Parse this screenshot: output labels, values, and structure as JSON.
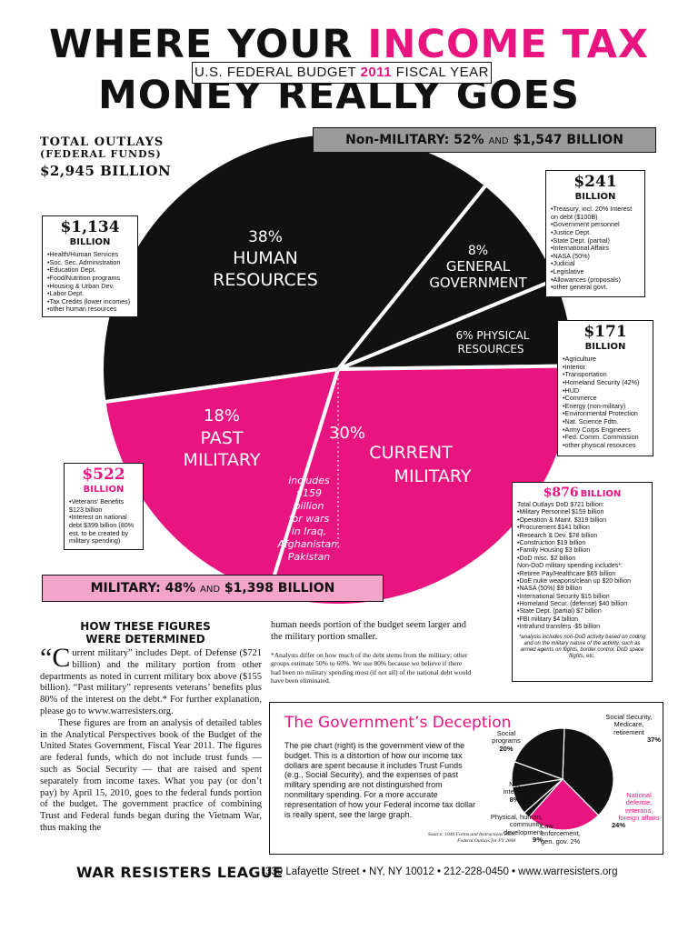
{
  "title": {
    "line1_prefix": "WHERE YOUR ",
    "line1_highlight": "INCOME TAX",
    "line2": "MONEY REALLY GOES",
    "subtitle_prefix": "U.S. FEDERAL BUDGET ",
    "subtitle_year": "2011",
    "subtitle_suffix": " FISCAL YEAR"
  },
  "totals": {
    "line1": "TOTAL  OUTLAYS",
    "line2": "(FEDERAL FUNDS)",
    "line3": "$2,945 BILLION"
  },
  "banners": {
    "nonmilitary_main": "Non-MILITARY: 52%",
    "nonmilitary_and": "AND",
    "nonmilitary_amount": "$1,547 BILLION",
    "military_main": "MILITARY: 48%",
    "military_and": "AND",
    "military_amount": "$1,398 BILLION"
  },
  "colors": {
    "military": "#e8147f",
    "nonmilitary": "#111111",
    "pink_banner": "#f2a5c8",
    "gray_banner": "#9a9a9a"
  },
  "chart_data": [
    {
      "type": "pie",
      "slices": [
        {
          "name": "HUMAN RESOURCES",
          "percent": 38,
          "color": "#111111",
          "label_pct": "38%",
          "label_line1": "HUMAN",
          "label_line2": "RESOURCES"
        },
        {
          "name": "GENERAL GOVERNMENT",
          "percent": 8,
          "color": "#111111",
          "label_pct": "8%",
          "label_line1": "GENERAL",
          "label_line2": "GOVERNMENT"
        },
        {
          "name": "PHYSICAL RESOURCES",
          "percent": 6,
          "color": "#111111",
          "label_pct": "6% PHYSICAL",
          "label_line1": "RESOURCES",
          "label_line2": ""
        },
        {
          "name": "CURRENT MILITARY",
          "percent": 30,
          "color": "#e8147f",
          "label_pct": "30%",
          "label_line1": "CURRENT",
          "label_line2": "MILITARY"
        },
        {
          "name": "PAST MILITARY",
          "percent": 18,
          "color": "#e8147f",
          "label_pct": "18%",
          "label_line1": "PAST",
          "label_line2": "MILITARY"
        }
      ],
      "wars_note": [
        "includes",
        "$159",
        "billion",
        "for wars",
        "in Iraq,",
        "Afghanistan,",
        "Pakistan"
      ]
    },
    {
      "type": "pie",
      "title": "The Government’s Deception",
      "slices": [
        {
          "name": "Social Security, Medicare, retirement",
          "percent": 37,
          "color": "#111111"
        },
        {
          "name": "National defense, veterans, foreign affairs",
          "percent": 24,
          "color": "#e8147f"
        },
        {
          "name": "Law enforcement, gen. gov.",
          "percent": 2,
          "color": "#111111"
        },
        {
          "name": "Physical, human, community development",
          "percent": 9,
          "color": "#111111"
        },
        {
          "name": "Net interest",
          "percent": 8,
          "color": "#111111"
        },
        {
          "name": "Social programs",
          "percent": 20,
          "color": "#111111"
        }
      ]
    }
  ],
  "boxes": {
    "human": {
      "amount": "$1,134",
      "unit": "BILLION",
      "items": [
        "Health/Human Services",
        "Soc. Sec. Administration",
        "Education Dept.",
        "Food/Nutrition programs",
        "Housing & Urban Dev.",
        "Labor Dept.",
        "Tax Credits (lower incomes)",
        "other human resources"
      ]
    },
    "general": {
      "amount": "$241",
      "unit": "BILLION",
      "items": [
        "Treasury, incl. 20% Interest on debt ($100B)",
        "Government personnel",
        "Justice Dept.",
        "State Dept. (partial)",
        "International Affairs",
        "NASA (50%)",
        "Judicial",
        "Legislative",
        "Allowances (proposals)",
        "other general govt."
      ]
    },
    "physical": {
      "amount": "$171",
      "unit": "BILLION",
      "items": [
        "Agriculture",
        "Interior",
        "Transportation",
        "Homeland Security (42%)",
        "HUD",
        "Commerce",
        "Energy (non-military)",
        "Environmental Protection",
        "Nat. Science Fdtn.",
        "Army Corps Engineers",
        "Fed. Comm. Commission",
        "other physical resources"
      ]
    },
    "past": {
      "amount": "$522",
      "unit": "BILLION",
      "items": [
        "Veterans’ Benefits $123 billion",
        "Interest on national debt $399 billion (80% est. to be created by military spending)"
      ]
    },
    "current": {
      "amount": "$876",
      "unit": "BILLION",
      "head1": "Total Outlays DoD $721 billion:",
      "items1": [
        "Military Personnel $159 billion",
        "Operation & Maint. $319 billion",
        "Procurement $141 billion",
        "Research & Dev. $78 billion",
        "Construction $19 billion",
        "Family Housing $3 billion",
        "DoD misc. $2 billion"
      ],
      "head2": "Non-DoD military spending includes*:",
      "items2": [
        "Retiree Pay/Healthcare $65 billion",
        "DoE nuke weapons/clean up $20 billion",
        "NASA (50%) $9 billion",
        "International Security $15 billion",
        "Homeland Secur. (defense) $40 billion",
        "State Dept. (partial) $7 billion",
        "FBI military $4 billion",
        "Intrafund transfers -$5 billion"
      ],
      "note": "*analysis includes non-DoD activity based on coding and on the military nature of the activity, such as armed agents on flights, border control, DoD space flights, etc."
    }
  },
  "how": {
    "heading1": "HOW THESE FIGURES",
    "heading2": "WERE DETERMINED",
    "dropcap": "“C",
    "p1": "urrent military” includes Dept. of Defense ($721 billion) and the military portion from other departments as noted in current military box above ($155 billion). “Past military” represents veterans’ benefits plus 80% of the interest on the debt.* For further explanation, please go to www.warresisters.org.",
    "p2": "These figures are from an analysis of detailed tables in the Analytical Perspectives book of the Budget of the United States Government, Fiscal Year 2011. The figures are federal funds, which do not include trust funds — such as Social Security — that are raised and spent separately from income taxes. What you pay (or don’t pay) by April 15, 2010, goes to the federal funds portion of the budget. The government practice of combining Trust and Federal funds began during the Vietnam War, thus making the",
    "col2": "human needs portion of the budget seem larger and the military portion smaller.",
    "footnote": "*Analysts differ on how much of the debt stems from the military; other groups estimate 50% to 60%. We use 80% because we believe if there had been no military spending most (if not all) of the national debt would have been eliminated."
  },
  "deception": {
    "title": "The Government’s Deception",
    "text": "The pie chart (right) is the government view of the budget. This is a distortion of how our income tax dollars are spent because it includes Trust Funds (e.g., Social Security), and the expenses of past military spending are not distinguished from nonmilitary spending. For a more accurate representation of how your Federal income tax dollar is really spent, see the large graph.",
    "source1": "Source: 1040 Forms and Instructions 2009,",
    "source2": "Federal Outlays for FY 2008",
    "labels": {
      "social_security": [
        "Social Security,",
        "Medicare,",
        "retirement",
        "37%"
      ],
      "defense": [
        "National",
        "defense,",
        "veterans,",
        "foreign affairs",
        "24%"
      ],
      "law": [
        "Law",
        "enforcement,",
        "gen. gov. 2%"
      ],
      "physical": [
        "Physical, human,",
        "community",
        "development",
        "9%"
      ],
      "interest": [
        "Net",
        "interest",
        "8%"
      ],
      "social_programs": [
        "Social",
        "programs",
        "20%"
      ]
    }
  },
  "footer": {
    "logo": "WAR RESISTERS LEAGUE",
    "address": "339 Lafayette Street • NY, NY 10012 • 212-228-0450 • www.warresisters.org"
  }
}
